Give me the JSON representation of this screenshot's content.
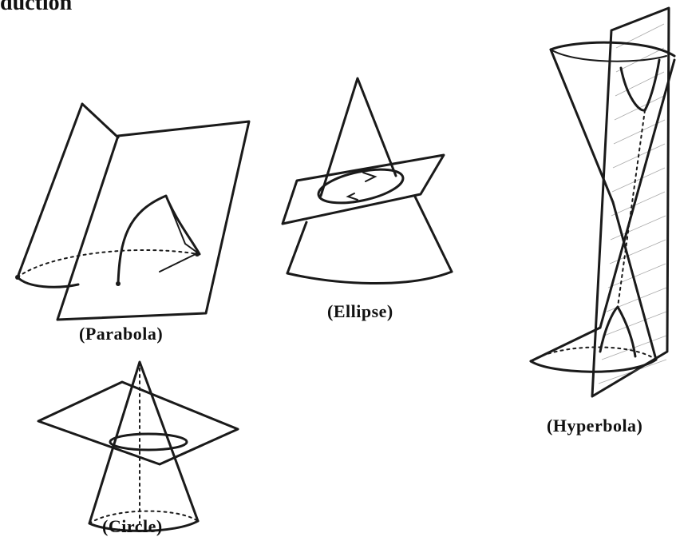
{
  "heading": "duction",
  "figures": {
    "parabola": {
      "label": "(Parabola)"
    },
    "ellipse": {
      "label": "(Ellipse)"
    },
    "hyperbola": {
      "label": "(Hyperbola)"
    },
    "circle": {
      "label": "(Circle)"
    }
  }
}
